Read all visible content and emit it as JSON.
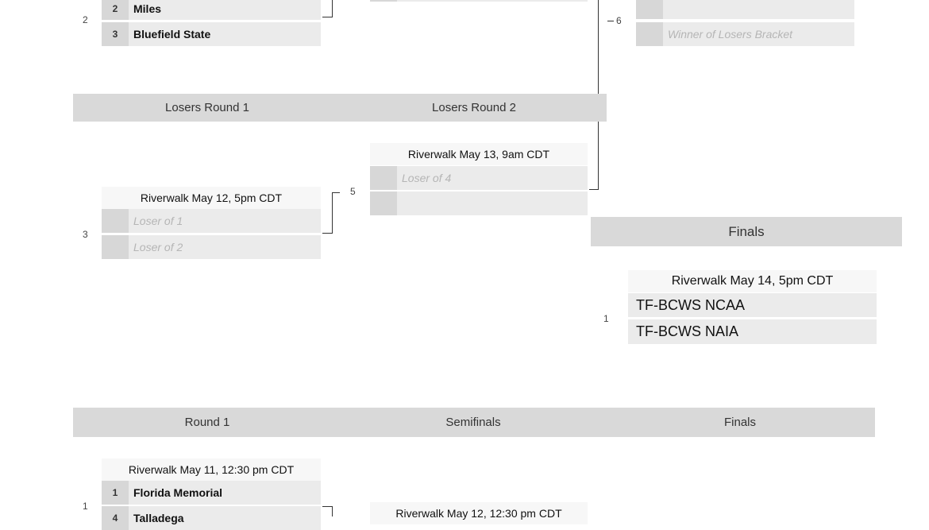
{
  "winners_bracket": {
    "match2": {
      "number": "2",
      "teams": [
        {
          "seed": "2",
          "name": "Miles"
        },
        {
          "seed": "3",
          "name": "Bluefield State"
        }
      ]
    },
    "match6": {
      "number": "6",
      "slot2": "Winner of Losers Bracket"
    }
  },
  "losers_bracket": {
    "headers": {
      "round1": "Losers Round 1",
      "round2": "Losers Round 2"
    },
    "match3": {
      "number": "3",
      "title": "Riverwalk May 12, 5pm CDT",
      "slot1": "Loser of 1",
      "slot2": "Loser of 2"
    },
    "match5": {
      "number": "5",
      "title": "Riverwalk May 13, 9am CDT",
      "slot1": "Loser of 4",
      "slot2": ""
    }
  },
  "finals_section": {
    "header": "Finals",
    "match1": {
      "number": "1",
      "title": "Riverwalk May 14, 5pm CDT",
      "team1": "TF-BCWS NCAA",
      "team2": "TF-BCWS NAIA"
    }
  },
  "second_bracket": {
    "headers": {
      "round1": "Round 1",
      "semifinals": "Semifinals",
      "finals": "Finals"
    },
    "match1": {
      "number": "1",
      "title": "Riverwalk May 11, 12:30 pm CDT",
      "teams": [
        {
          "seed": "1",
          "name": "Florida Memorial"
        },
        {
          "seed": "4",
          "name": "Talladega"
        }
      ]
    },
    "semi": {
      "title": "Riverwalk May 12, 12:30 pm CDT"
    }
  }
}
